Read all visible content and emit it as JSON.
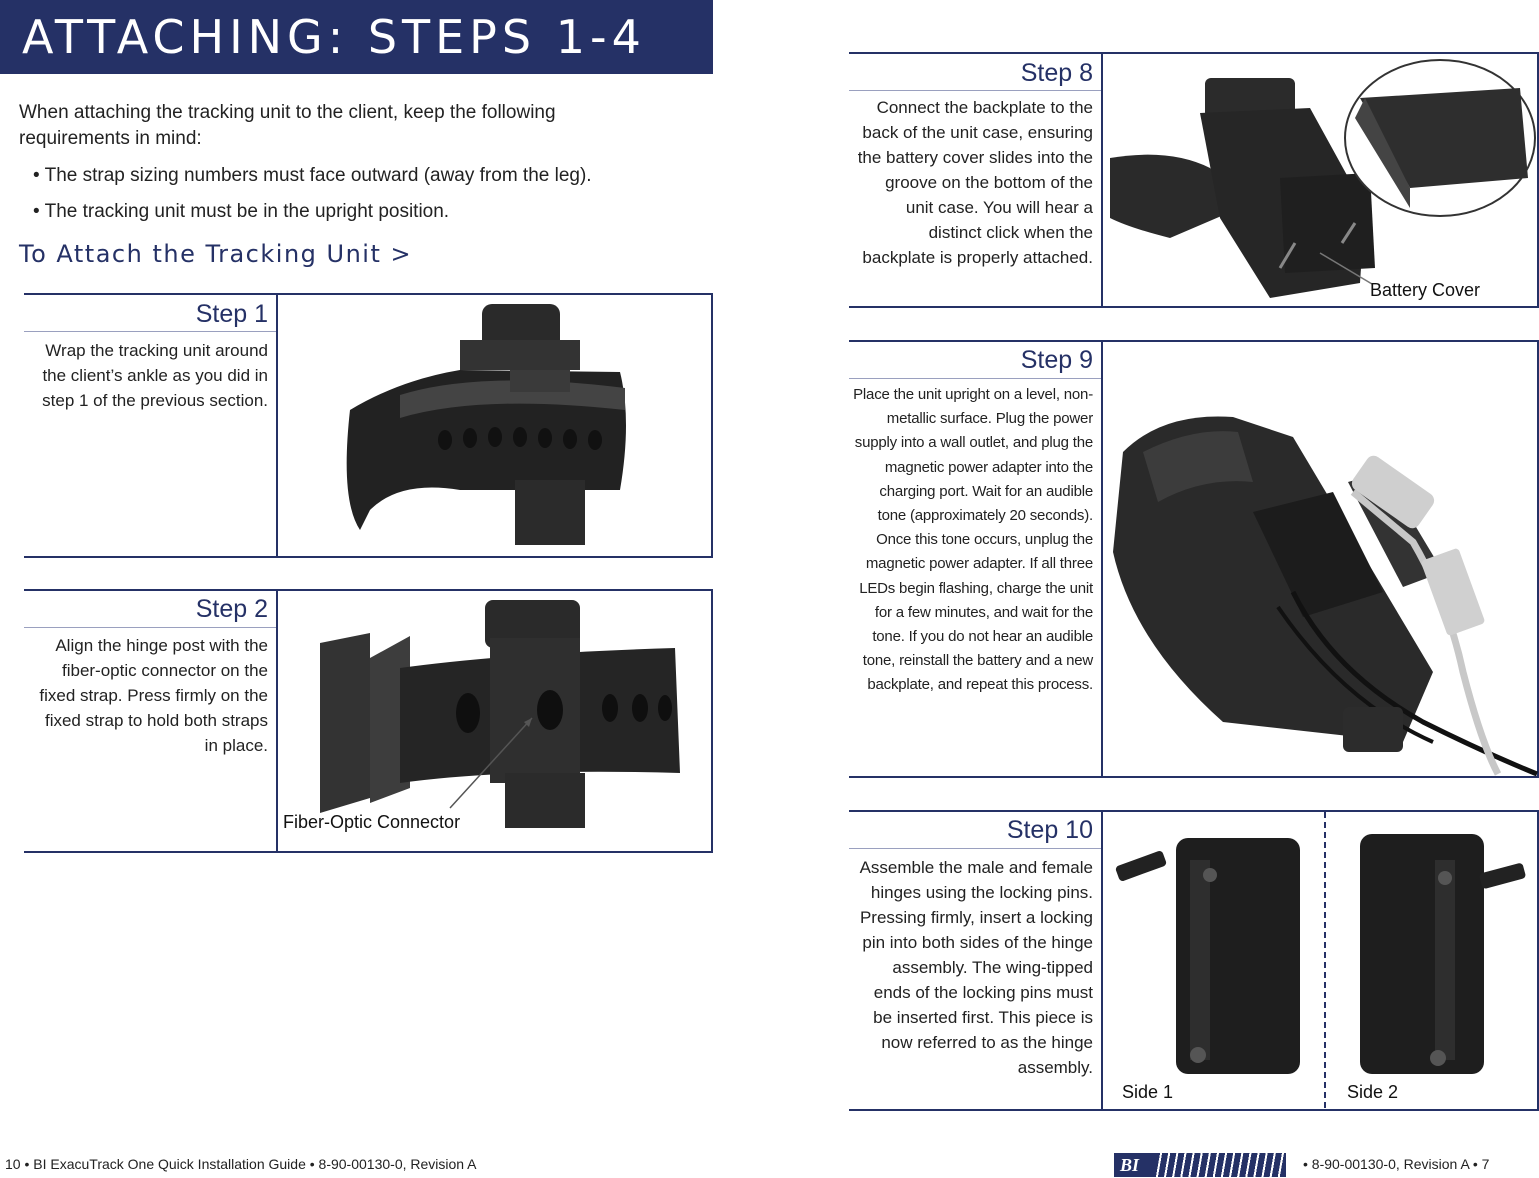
{
  "header": {
    "title": "ATTACHING: STEPS 1-4"
  },
  "intro": {
    "text": "When attaching the tracking unit to the client, keep the following requirements in mind:",
    "bullets": [
      "• The strap sizing numbers must face outward (away from the leg).",
      "• The tracking unit must be in the upright position."
    ]
  },
  "section_title": "To Attach the Tracking Unit >",
  "steps": {
    "step1": {
      "title": "Step 1",
      "text": "Wrap the tracking unit around the client’s ankle as you did in step 1 of the previous section."
    },
    "step2": {
      "title": "Step 2",
      "text": "Align the hinge post with the fiber-optic connector on the fixed strap. Press firmly on the fixed strap to hold both straps in place.",
      "callout": "Fiber-Optic Connector"
    },
    "step8": {
      "title": "Step 8",
      "text": "Connect the backplate to the back of the unit case, ensuring the battery cover slides into the groove on the bottom of the unit case. You will hear a distinct click when the backplate is properly attached.",
      "callout": "Battery Cover"
    },
    "step9": {
      "title": "Step 9",
      "text": "Place the unit upright on a level, non-metallic surface. Plug the power supply into a wall outlet, and plug the magnetic power adapter into the charging port. Wait for an audible tone (approximately 20 seconds). Once this tone occurs, unplug the magnetic power adapter. If all three LEDs begin flashing, charge the unit for a few minutes, and wait for the tone. If you do not hear an audible tone, reinstall the battery and a new backplate, and repeat this process."
    },
    "step10": {
      "title": "Step 10",
      "text": "Assemble the male and female hinges using the locking pins. Pressing firmly, insert a locking pin into both sides of the hinge assembly. The wing-tipped ends of the locking pins must be inserted first. This piece is now referred to as the hinge assembly.",
      "side1": "Side 1",
      "side2": "Side 2"
    }
  },
  "footer": {
    "left": "10    •    BI ExacuTrack One Quick Installation Guide     •    8-90-00130-0, Revision A",
    "logo": "BI",
    "right": "•    8-90-00130-0, Revision A    •    7"
  },
  "colors": {
    "navy": "#253166",
    "text": "#222222",
    "photo_dark": "#2b2b2b"
  }
}
